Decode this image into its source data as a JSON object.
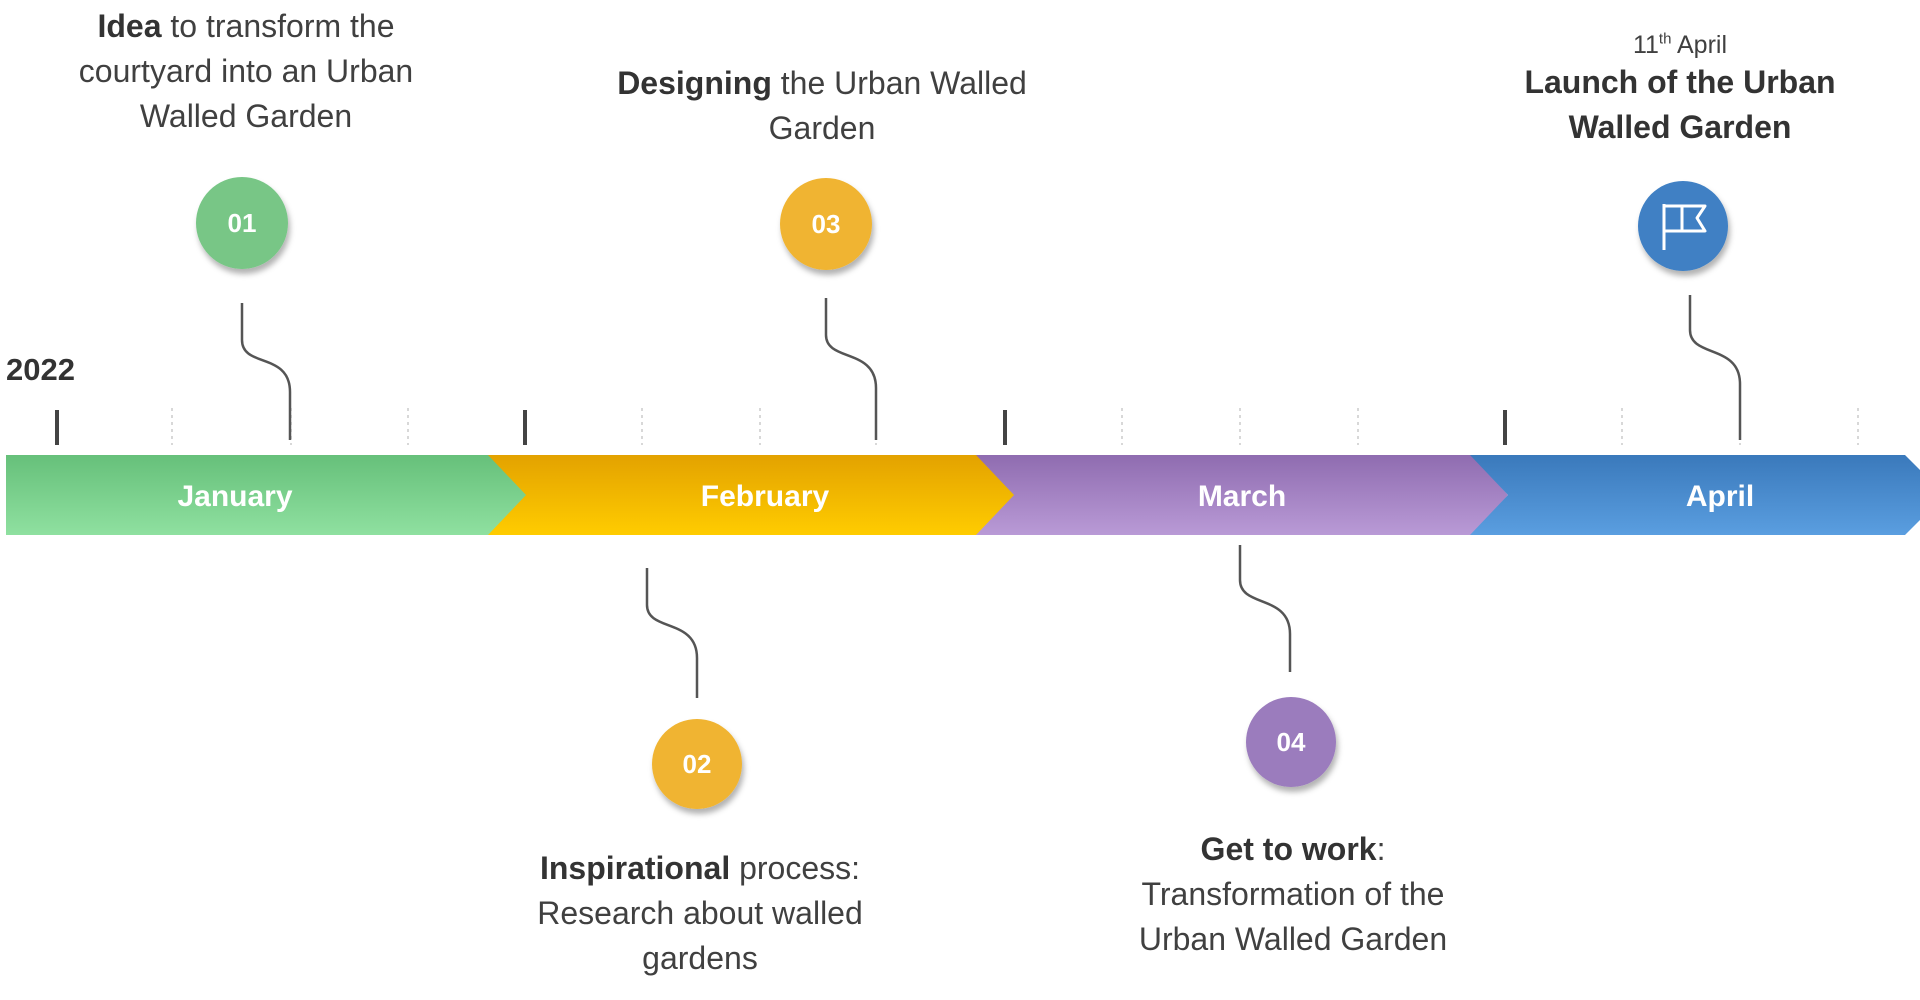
{
  "year": "2022",
  "months": [
    {
      "label": "January",
      "color_top": "#66c07a",
      "color_bottom": "#8fe0a0"
    },
    {
      "label": "February",
      "color_top": "#e3a200",
      "color_bottom": "#ffcc00"
    },
    {
      "label": "March",
      "color_top": "#8f6cb0",
      "color_bottom": "#b99ad6"
    },
    {
      "label": "April",
      "color_top": "#3a79bb",
      "color_bottom": "#5a9ee0"
    }
  ],
  "milestones": [
    {
      "number": "01",
      "color": "#78c686",
      "bold": "Idea",
      "text": " to transform the courtyard into an Urban Walled Garden"
    },
    {
      "number": "02",
      "color": "#f0b431",
      "bold": "Inspirational",
      "text": " process: Research about walled gardens"
    },
    {
      "number": "03",
      "color": "#f0b431",
      "bold": "Designing",
      "text": " the Urban Walled Garden"
    },
    {
      "number": "04",
      "color": "#9b7bbd",
      "bold": "Get to work",
      "text": ": Transformation of the Urban Walled Garden"
    }
  ],
  "launch": {
    "date_day": "11",
    "date_suffix": "th",
    "date_month": " April",
    "title_line1": "Launch of the Urban",
    "title_line2": "Walled Garden",
    "color": "#3f80c4",
    "icon": "flag-icon"
  }
}
